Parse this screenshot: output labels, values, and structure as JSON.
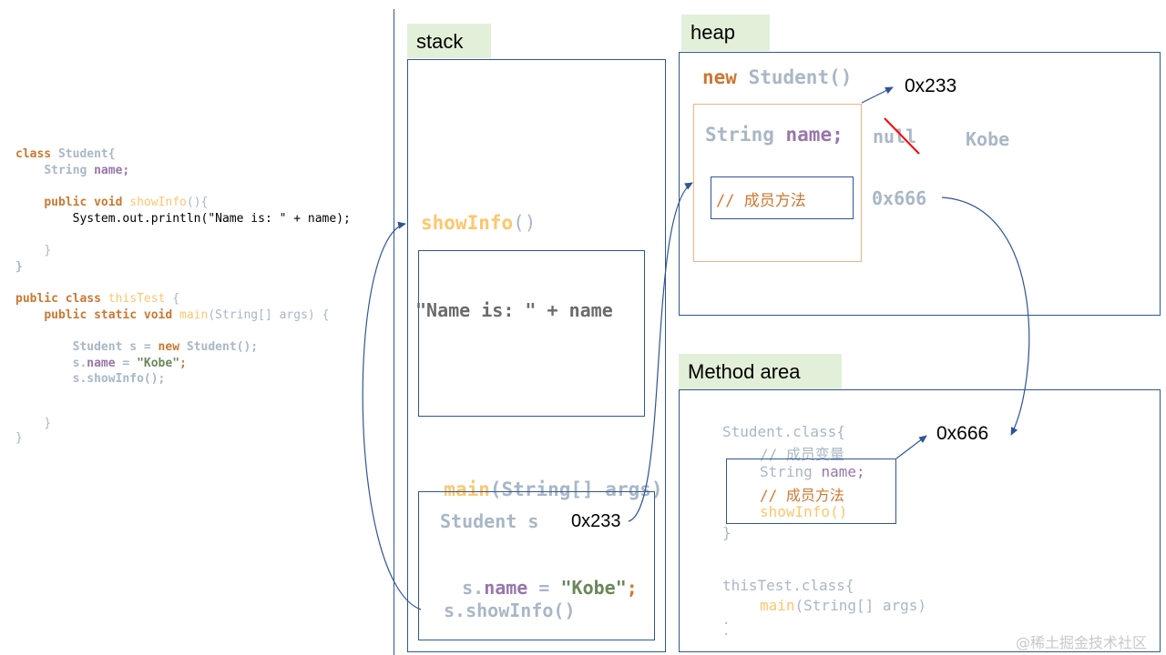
{
  "code": {
    "l1_class": "class",
    "l1_name": "Student{",
    "l2_type": "String",
    "l2_field": "name;",
    "l3_public": "public",
    "l3_void": "void",
    "l3_method": "showInfo",
    "l3_rest": "(){",
    "l4": "System.out.println(\"Name is: \" + name);",
    "l5": "}",
    "l6": "}",
    "l7_public": "public",
    "l7_class": "class",
    "l7_name": "thisTest",
    "l7_rest": "{",
    "l8_mods": "public static void",
    "l8_method": "main",
    "l8_rest": "(String[] args) {",
    "l9_type": "Student s =",
    "l9_new": "new",
    "l9_rest": "Student();",
    "l10_s": "s.",
    "l10_field": "name",
    "l10_eq": " = ",
    "l10_str": "\"Kobe\"",
    "l10_end": ";",
    "l11": "s.showInfo();",
    "l12": "}",
    "l13": "}"
  },
  "stack": {
    "label": "stack",
    "frame1_method": "showInfo",
    "frame1_parens": "()",
    "frame1_body": "\"Name is: \" + name",
    "frame2_method": "main",
    "frame2_rest": "(String[] args)",
    "var_decl": "Student s",
    "var_addr": "0x233",
    "assign_s": "s.",
    "assign_field": "name",
    "assign_eq": " = ",
    "assign_str": "\"Kobe\"",
    "assign_end": ";",
    "call": "s.showInfo()"
  },
  "heap": {
    "label": "heap",
    "new_kw": "new",
    "new_rest": "Student()",
    "addr": "0x233",
    "field_type": "String",
    "field_name": "name;",
    "null_val": "null",
    "kobe": "Kobe",
    "method_comment": "// 成员方法",
    "method_addr": "0x666"
  },
  "method_area": {
    "label": "Method area",
    "class1": "Student.class{",
    "comment_vars": "// 成员变量",
    "field_type": "String",
    "field_name": "name;",
    "comment_methods": "// 成员方法",
    "method": "showInfo()",
    "close": "}",
    "addr": "0x666",
    "class2": "thisTest.class{",
    "main": "main",
    "main_rest": "(String[] args)",
    "dots": "."
  },
  "watermark": "@稀土掘金技术社区",
  "colors": {
    "line": "#2f5597",
    "keyword": "#cc7832",
    "field": "#9876aa",
    "method": "#ffc66d",
    "string": "#6a8759",
    "type": "#a9b7c6",
    "label_bg": "#e2f0d9",
    "heap_obj_border": "#f4b183",
    "strike": "#ff0000"
  }
}
